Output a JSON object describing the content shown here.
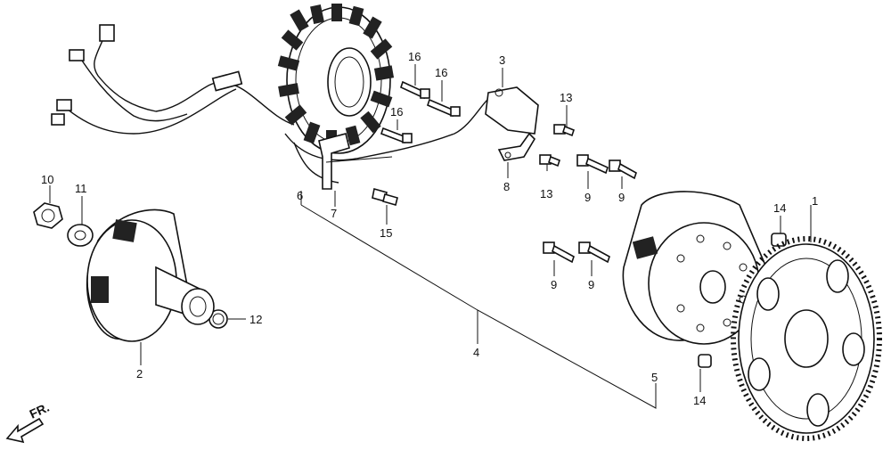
{
  "diagram": {
    "callouts": [
      {
        "id": "c1",
        "label": "1"
      },
      {
        "id": "c2",
        "label": "2"
      },
      {
        "id": "c3",
        "label": "3"
      },
      {
        "id": "c4",
        "label": "4"
      },
      {
        "id": "c5",
        "label": "5"
      },
      {
        "id": "c6",
        "label": "6"
      },
      {
        "id": "c7",
        "label": "7"
      },
      {
        "id": "c8",
        "label": "8"
      },
      {
        "id": "c9a",
        "label": "9"
      },
      {
        "id": "c9b",
        "label": "9"
      },
      {
        "id": "c9c",
        "label": "9"
      },
      {
        "id": "c9d",
        "label": "9"
      },
      {
        "id": "c10",
        "label": "10"
      },
      {
        "id": "c11",
        "label": "11"
      },
      {
        "id": "c12",
        "label": "12"
      },
      {
        "id": "c13a",
        "label": "13"
      },
      {
        "id": "c13b",
        "label": "13"
      },
      {
        "id": "c14a",
        "label": "14"
      },
      {
        "id": "c14b",
        "label": "14"
      },
      {
        "id": "c15",
        "label": "15"
      },
      {
        "id": "c16a",
        "label": "16"
      },
      {
        "id": "c16b",
        "label": "16"
      },
      {
        "id": "c16c",
        "label": "16"
      }
    ],
    "direction_label": "FR."
  }
}
